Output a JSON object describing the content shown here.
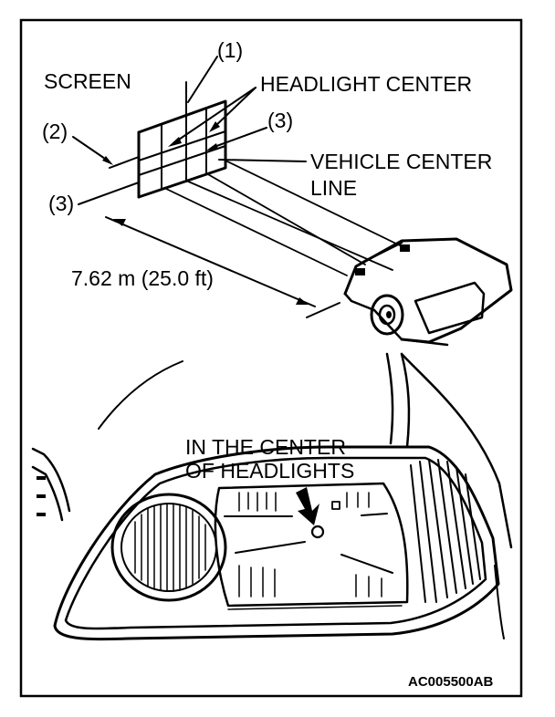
{
  "labels": {
    "screen": "SCREEN",
    "callout_1": "(1)",
    "headlight_center": "HEADLIGHT CENTER",
    "callout_2": "(2)",
    "callout_3_upper": "(3)",
    "callout_3_lower": "(3)",
    "vehicle_center_line_1": "VEHICLE CENTER",
    "vehicle_center_line_2": "LINE",
    "distance": "7.62 m (25.0 ft)",
    "in_the_center_1": "IN THE CENTER",
    "in_the_center_2": "OF HEADLIGHTS",
    "figure_code": "AC005500AB"
  }
}
